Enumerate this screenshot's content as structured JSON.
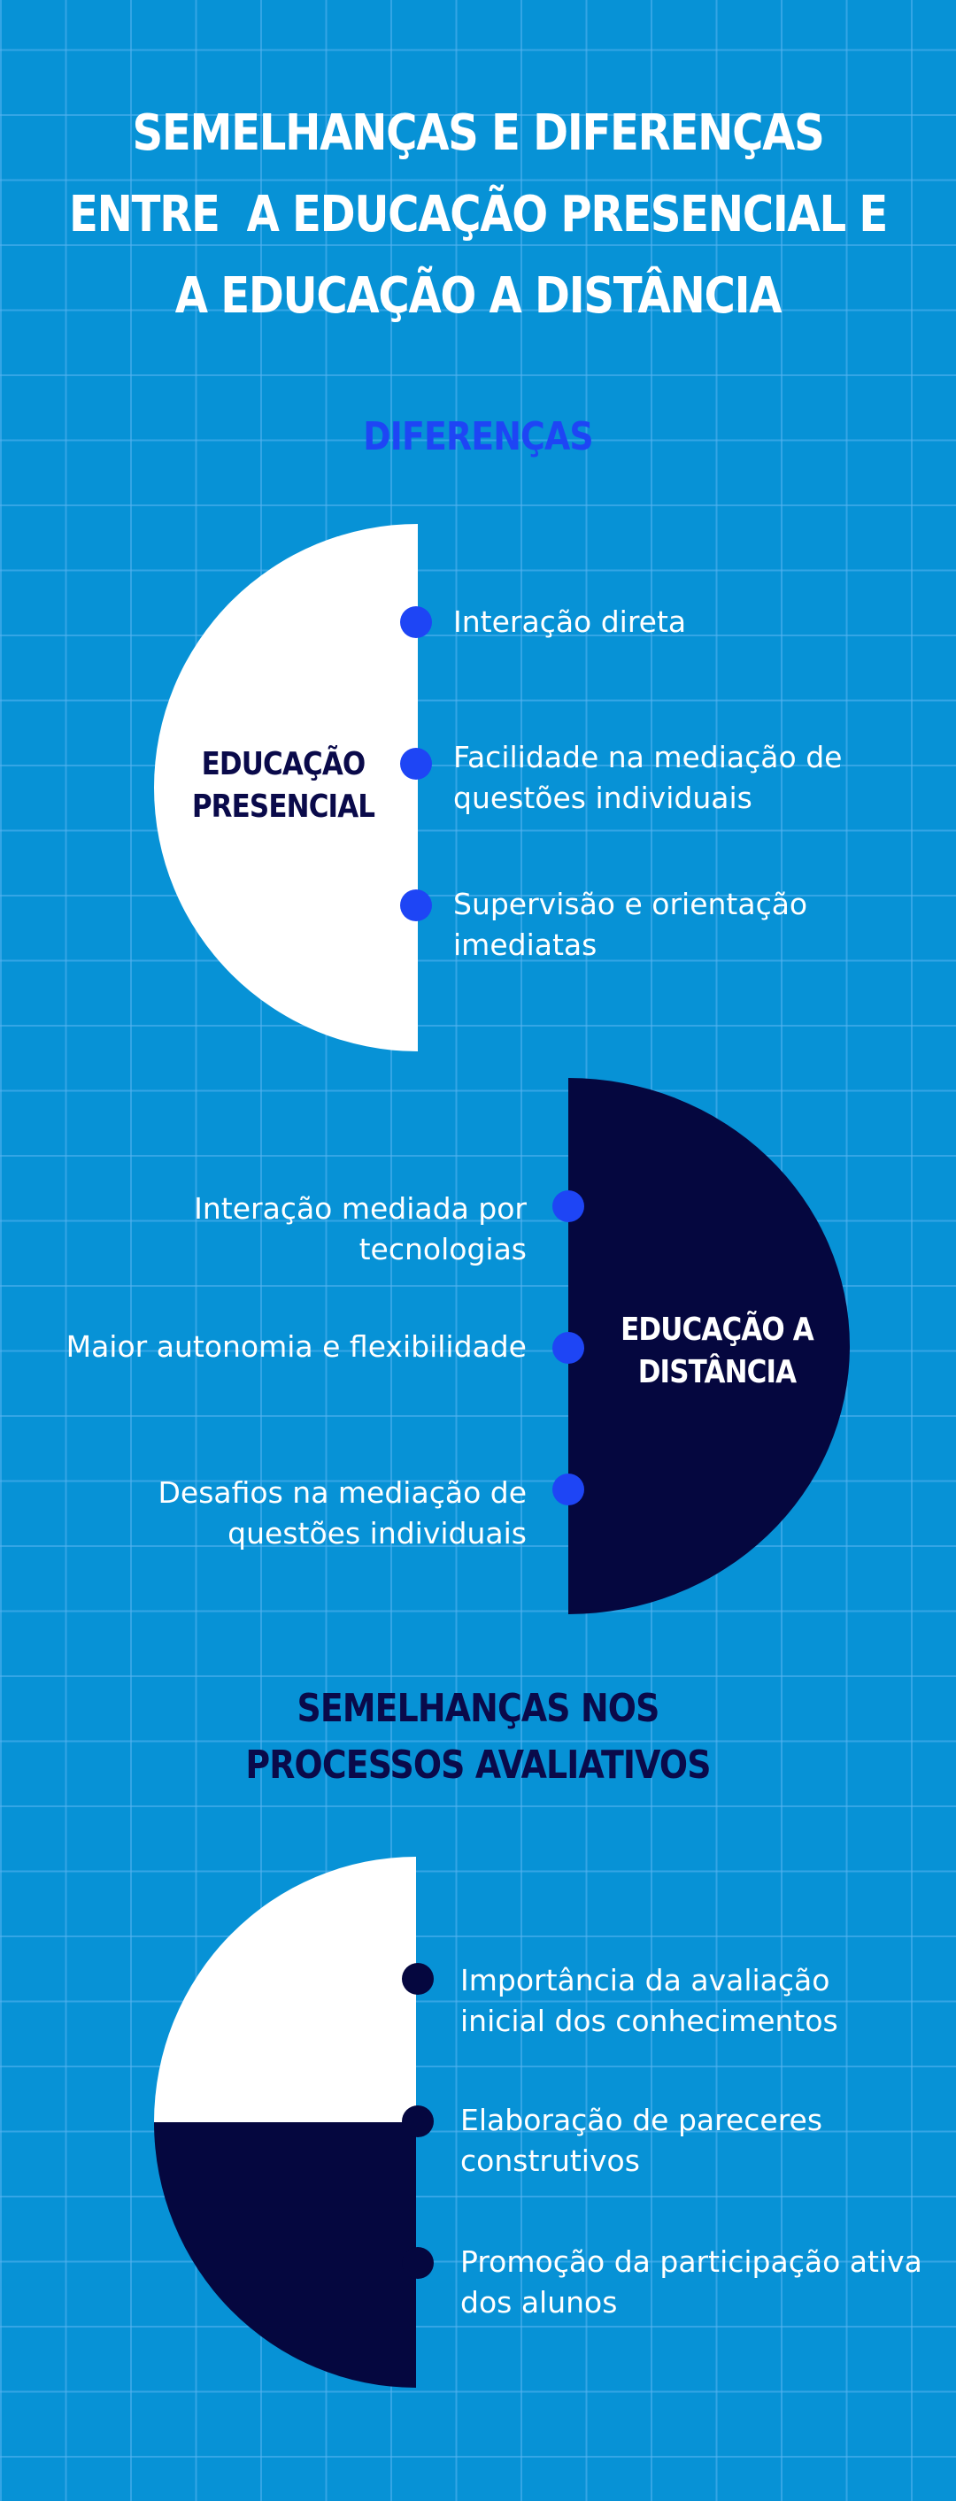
{
  "title": {
    "line1": "SEMELHANÇAS E DIFERENÇAS",
    "line2": "ENTRE  A EDUCAÇÃO PRESENCIAL E",
    "line3": "A EDUCAÇÃO A DISTÂNCIA"
  },
  "differences": {
    "heading": "DIFERENÇAS",
    "presencial": {
      "label_line1": "EDUCAÇÃO",
      "label_line2": "PRESENCIAL",
      "items": [
        {
          "line1": "Interação direta",
          "line2": ""
        },
        {
          "line1": "Facilidade na mediação de",
          "line2": "questões individuais"
        },
        {
          "line1": "Supervisão e orientação",
          "line2": "imediatas"
        }
      ]
    },
    "distancia": {
      "label_line1": "EDUCAÇÃO A",
      "label_line2": "DISTÂNCIA",
      "items": [
        {
          "line1": "Interação mediada por",
          "line2": "tecnologias"
        },
        {
          "line1": "Maior autonomia e flexibilidade",
          "line2": ""
        },
        {
          "line1": "Desafios na mediação de",
          "line2": "questões individuais"
        }
      ]
    }
  },
  "similarities": {
    "heading_line1": "SEMELHANÇAS NOS",
    "heading_line2": "PROCESSOS AVALIATIVOS",
    "items": [
      {
        "line1": "Importância da avaliação",
        "line2": "inicial dos conhecimentos"
      },
      {
        "line1": "Elaboração de pareceres",
        "line2": "construtivos"
      },
      {
        "line1": "Promoção da participação ativa",
        "line2": "dos alunos"
      }
    ]
  },
  "colors": {
    "background": "#0792d6",
    "accent_blue": "#1e45f5",
    "navy": "#05073f",
    "white": "#ffffff"
  }
}
